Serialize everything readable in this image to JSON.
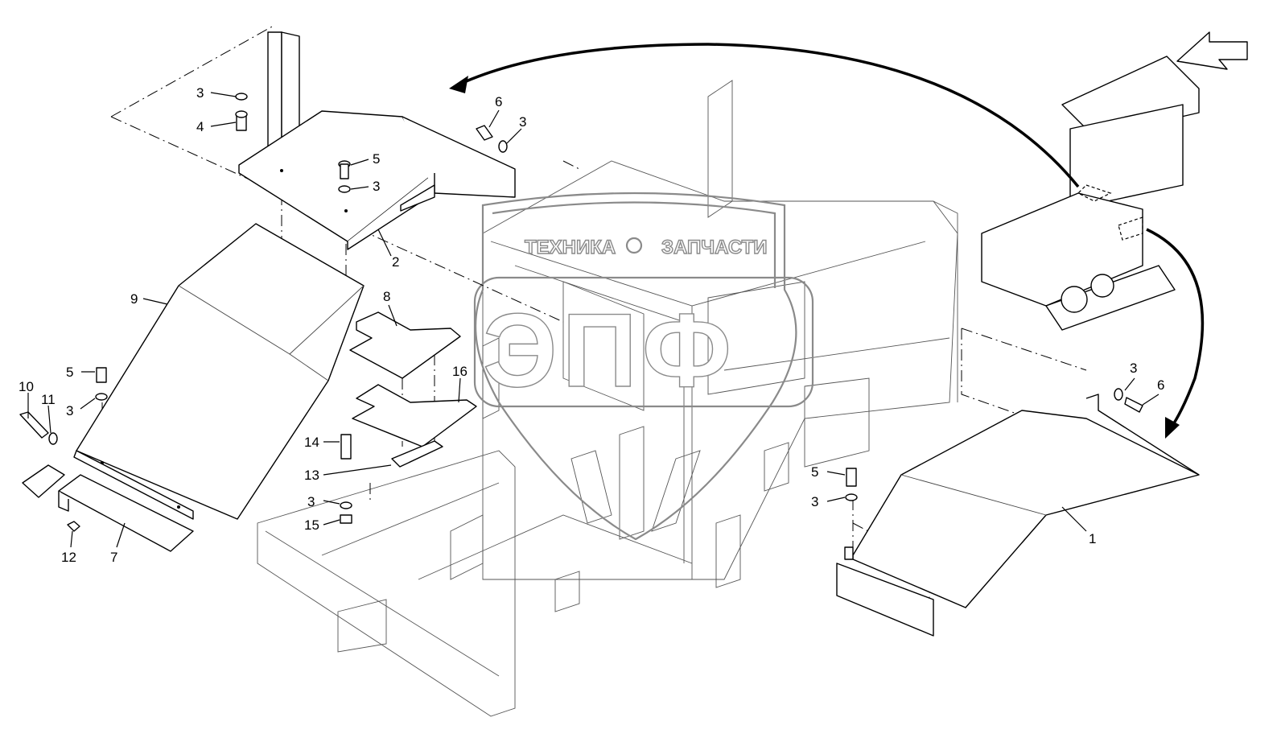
{
  "watermark": {
    "top_left": "ТЕХНИКА",
    "top_right": "ЗАПЧАСТИ",
    "big": "ЭПФ"
  },
  "callouts": {
    "c2": "2",
    "c3a": "3",
    "c4": "4",
    "c5a": "5",
    "c3b": "3",
    "c6a": "6",
    "c3c": "3",
    "c9": "9",
    "c8": "8",
    "c16": "16",
    "c10": "10",
    "c11": "11",
    "c5b": "5",
    "c3d": "3",
    "c14": "14",
    "c13": "13",
    "c3e": "3",
    "c15": "15",
    "c12": "12",
    "c7": "7",
    "c3f": "3",
    "c6b": "6",
    "c5c": "5",
    "c3g": "3",
    "c1": "1"
  }
}
